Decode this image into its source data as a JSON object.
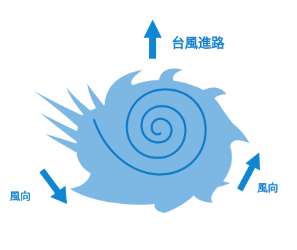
{
  "labels": {
    "track": "台風進路",
    "wind_left": "風向",
    "wind_right": "風向"
  },
  "colors": {
    "typhoon_body": "#7db7e4",
    "spiral_line": "#0d79c8",
    "arrow": "#0d86d3",
    "text": "#1481cf",
    "background": "#ffffff"
  }
}
